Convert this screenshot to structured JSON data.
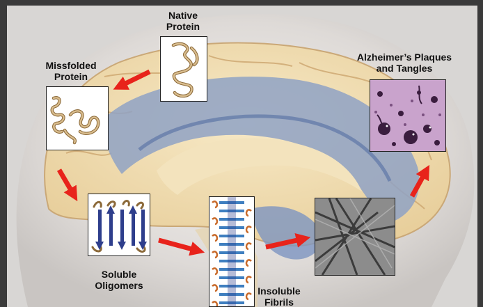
{
  "labels": {
    "native": [
      "Native",
      "Protein"
    ],
    "misfolded": [
      "Missfolded",
      "Protein"
    ],
    "plaques": [
      "Alzheimer’s Plaques",
      "and Tangles"
    ],
    "oligomers": [
      "Soluble",
      "Oligomers"
    ],
    "fibrils": [
      "Insoluble",
      "Fibrils"
    ]
  },
  "colors": {
    "arrow": "#e8231b",
    "strand": "#2e3e8c",
    "protein": "#c8a878",
    "stain_bg": "#c9a3cc",
    "fibril_bg": "#8c8c8c"
  }
}
